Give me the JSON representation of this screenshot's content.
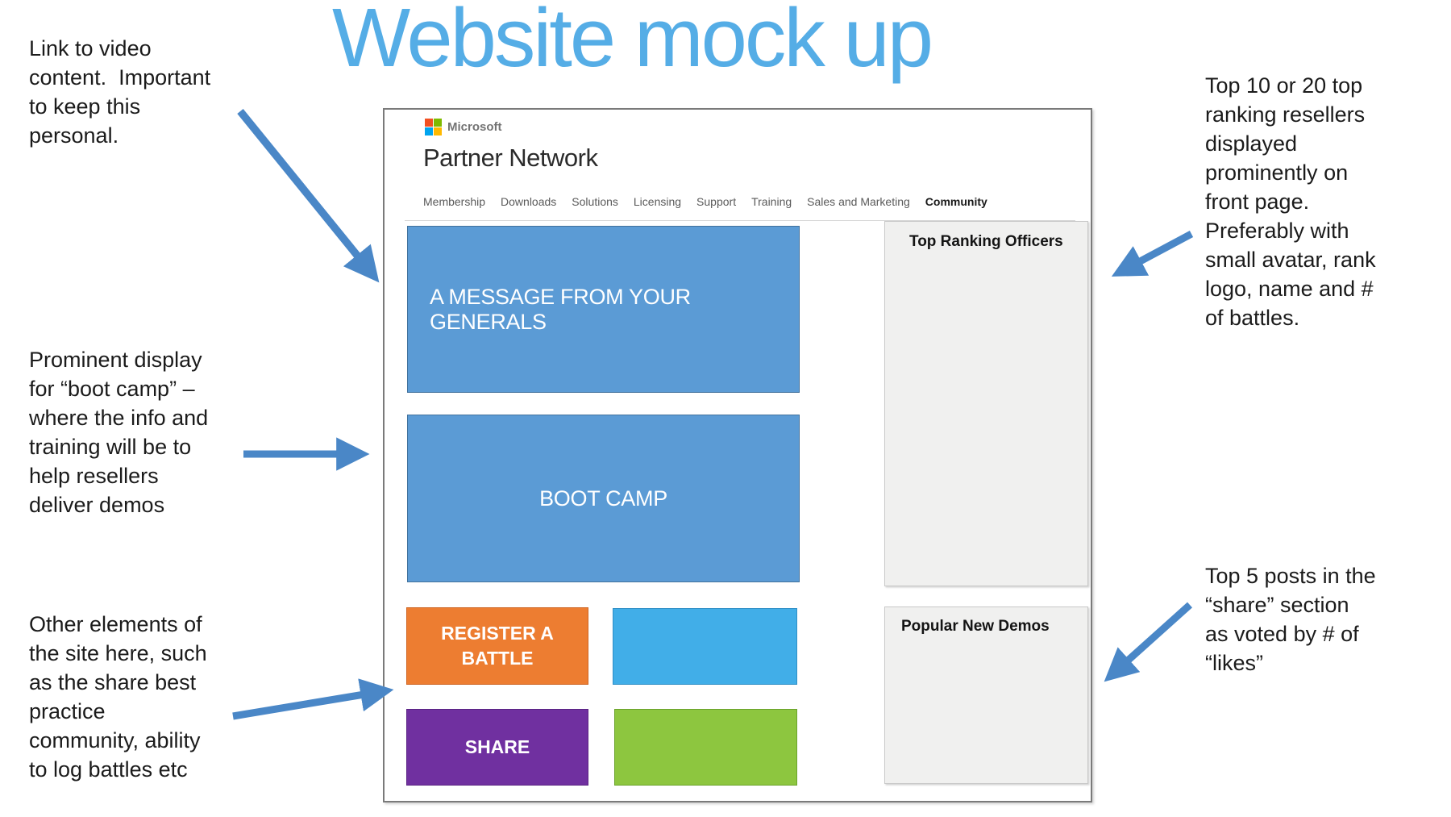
{
  "slide": {
    "title": "Website mock up"
  },
  "annotations": {
    "video_link": "Link to video\ncontent.  Important\nto keep this\npersonal.",
    "boot_camp": "Prominent display\nfor “boot camp” –\nwhere the info and\ntraining will be to\nhelp resellers\ndeliver demos",
    "other_elements": "Other elements of\nthe site here, such\nas the share best\npractice\ncommunity, ability\nto log battles etc",
    "top_ranking": "Top 10 or 20 top\nranking resellers\ndisplayed\nprominently on\nfront page.\nPreferably with\nsmall avatar, rank\nlogo, name and #\nof battles.",
    "top_posts": "Top 5 posts in the\n“share” section\nas voted by # of\n“likes”"
  },
  "mockup": {
    "brand": "Microsoft",
    "site_name": "Partner Network",
    "nav": [
      "Membership",
      "Downloads",
      "Solutions",
      "Licensing",
      "Support",
      "Training",
      "Sales and Marketing",
      "Community"
    ],
    "active_nav": "Community",
    "hero_label": "A MESSAGE FROM YOUR GENERALS",
    "boot_camp_label": "BOOT CAMP",
    "register_label": "REGISTER A BATTLE",
    "share_label": "SHARE",
    "sidebar_top_label": "Top Ranking Officers",
    "sidebar_bottom_label": "Popular New Demos"
  },
  "colors": {
    "title": "#55ADE6",
    "arrow": "#4A87C7",
    "primary_box": "#5B9BD5",
    "accent_blue": "#41AEE8",
    "accent_orange": "#ED7D31",
    "accent_purple": "#7030A0",
    "accent_green": "#8DC63F",
    "sidebar_bg": "#F0F0EF"
  }
}
